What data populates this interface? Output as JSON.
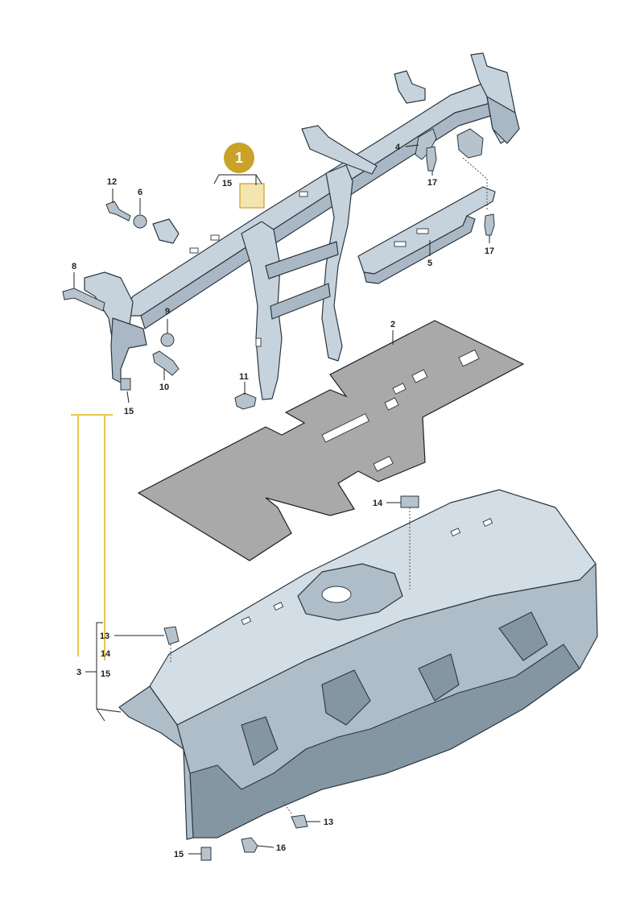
{
  "badge": {
    "number": "1",
    "color": "#c9a227",
    "highlight": "#f0d88a"
  },
  "colors": {
    "metal": "#c7d3dc",
    "mat": "#a9a9a9",
    "highlight_line": "#e6c84a"
  },
  "callouts": {
    "c1": "15",
    "c2": "4",
    "c3": "17",
    "c4": "12",
    "c5": "6",
    "c6": "17",
    "c7": "8",
    "c8": "5",
    "c9": "9",
    "c10": "2",
    "c11": "10",
    "c12": "11",
    "c13": "15",
    "c14": "14",
    "c15": "13",
    "c16": "14",
    "c17": "3",
    "c18": "15",
    "c19": "13",
    "c20": "15",
    "c21": "16"
  }
}
